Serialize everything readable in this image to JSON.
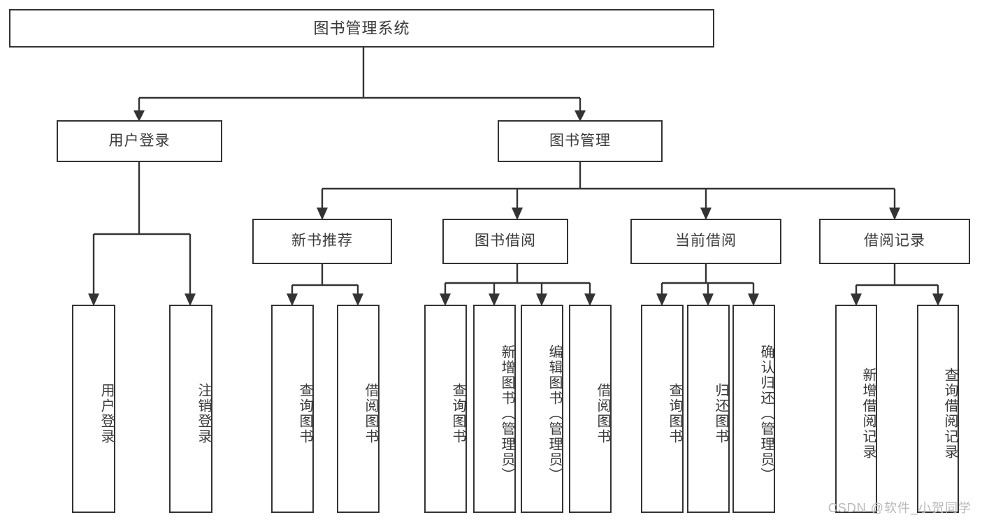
{
  "diagram": {
    "type": "tree-hierarchy-chart",
    "title": "图书管理系统",
    "colors": {
      "stroke": "#333333",
      "text": "#3a3a3a",
      "background": "#ffffff",
      "watermark": "#b9b9b9"
    },
    "root": {
      "label": "图书管理系统"
    },
    "level1": [
      {
        "label": "用户登录"
      },
      {
        "label": "图书管理"
      }
    ],
    "level2": [
      {
        "label": "新书推荐"
      },
      {
        "label": "图书借阅"
      },
      {
        "label": "当前借阅"
      },
      {
        "label": "借阅记录"
      }
    ],
    "leaves": [
      {
        "label": "用户登录",
        "parent": "用户登录"
      },
      {
        "label": "注销登录",
        "parent": "用户登录"
      },
      {
        "label": "查询图书",
        "parent": "新书推荐"
      },
      {
        "label": "借阅图书",
        "parent": "新书推荐"
      },
      {
        "label": "查询图书",
        "parent": "图书借阅"
      },
      {
        "label": "新增图书（管理员）",
        "parent": "图书借阅"
      },
      {
        "label": "编辑图书（管理员）",
        "parent": "图书借阅"
      },
      {
        "label": "借阅图书",
        "parent": "图书借阅"
      },
      {
        "label": "查询图书",
        "parent": "当前借阅"
      },
      {
        "label": "归还图书",
        "parent": "当前借阅"
      },
      {
        "label": "确认归还（管理员）",
        "parent": "当前借阅"
      },
      {
        "label": "新增借阅记录",
        "parent": "借阅记录"
      },
      {
        "label": "查询借阅记录",
        "parent": "借阅记录"
      }
    ]
  },
  "watermark": {
    "text": "CSDN @软件_小贺同学"
  }
}
